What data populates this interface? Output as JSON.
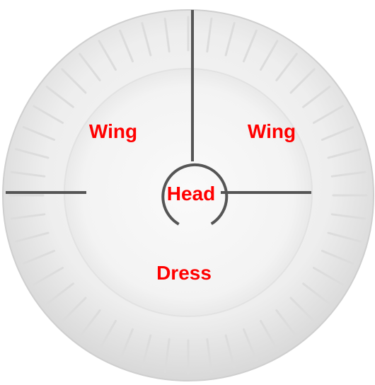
{
  "labels": {
    "wing_left": "Wing",
    "wing_right": "Wing",
    "head": "Head",
    "dress": "Dress"
  },
  "colors": {
    "label": "#ff0000",
    "cut_line": "#555555",
    "plate_rim": "#e6e6e6",
    "plate_center": "#f4f4f4"
  }
}
